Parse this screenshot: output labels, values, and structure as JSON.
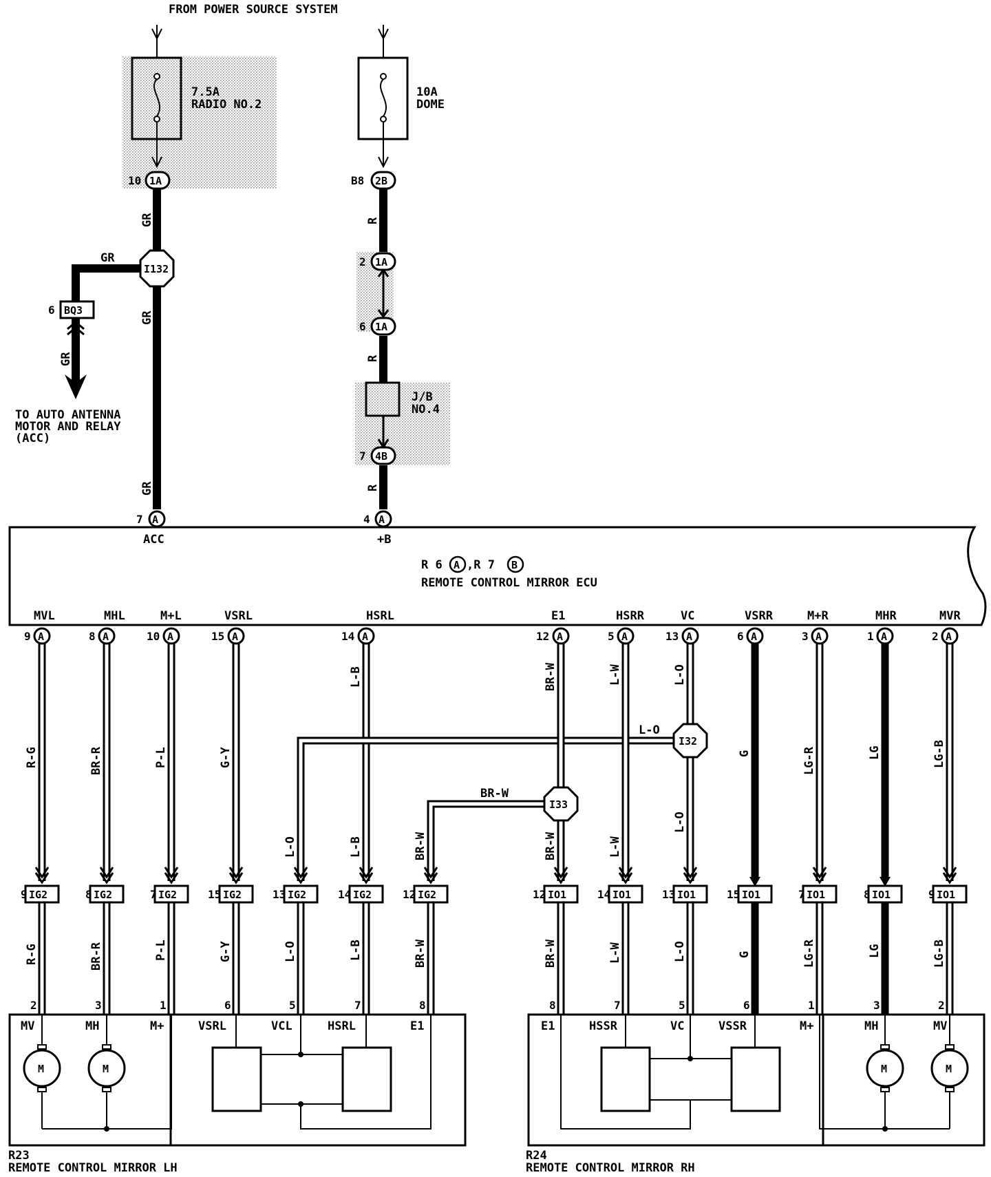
{
  "header": {
    "title": "FROM POWER SOURCE SYSTEM"
  },
  "fuses": [
    {
      "amp": "7.5A",
      "name": "RADIO NO.2"
    },
    {
      "amp": "10A",
      "name": "DOME"
    }
  ],
  "connectors_top": [
    {
      "pin": "10",
      "id": "1A"
    },
    {
      "pin": "B8",
      "id": "2B"
    },
    {
      "pin": "2",
      "id": "1A"
    },
    {
      "pin": "6",
      "id": "1A"
    },
    {
      "pin": "7",
      "id": "4B"
    },
    {
      "pin": "6",
      "id": "BQ3"
    }
  ],
  "junctions": [
    "I132",
    "I32",
    "I33"
  ],
  "jb": {
    "name": "J/B",
    "num": "NO.4"
  },
  "auto_antenna": {
    "line1": "TO AUTO ANTENNA",
    "line2": "MOTOR AND RELAY",
    "line3": "(ACC)"
  },
  "wire_colors": {
    "gr": "GR",
    "r": "R",
    "rg": "R-G",
    "brr": "BR-R",
    "pl": "P-L",
    "gy": "G-Y",
    "lo": "L-O",
    "lb": "L-B",
    "brw": "BR-W",
    "lw": "L-W",
    "g": "G",
    "lgr": "LG-R",
    "lg": "LG",
    "lgb": "LG-B"
  },
  "ecu": {
    "title_prefix": "R 6",
    "conn_a": "A",
    "title_mid": ",R 7",
    "conn_b": "B",
    "name": "REMOTE CONTROL MIRROR ECU",
    "top_pins": [
      {
        "pin": "7",
        "label": "ACC"
      },
      {
        "pin": "4",
        "label": "+B"
      }
    ],
    "bottom_pins": [
      {
        "pin": "9",
        "label": "MVL"
      },
      {
        "pin": "8",
        "label": "MHL"
      },
      {
        "pin": "10",
        "label": "M+L"
      },
      {
        "pin": "15",
        "label": "VSRL"
      },
      {
        "pin": "14",
        "label": "HSRL"
      },
      {
        "pin": "12",
        "label": "E1"
      },
      {
        "pin": "5",
        "label": "HSRR"
      },
      {
        "pin": "13",
        "label": "VC"
      },
      {
        "pin": "6",
        "label": "VSRR"
      },
      {
        "pin": "3",
        "label": "M+R"
      },
      {
        "pin": "1",
        "label": "MHR"
      },
      {
        "pin": "2",
        "label": "MVR"
      }
    ]
  },
  "ig2": {
    "name": "IG2",
    "pins": [
      "9",
      "8",
      "7",
      "15",
      "13",
      "14",
      "12"
    ]
  },
  "io1": {
    "name": "IO1",
    "pins": [
      "12",
      "14",
      "13",
      "15",
      "7",
      "8",
      "9"
    ]
  },
  "mirror_lh": {
    "id": "R23",
    "name": "REMOTE CONTROL MIRROR LH",
    "pins": [
      "2",
      "3",
      "1",
      "6",
      "5",
      "7",
      "8"
    ],
    "terminals": [
      "MV",
      "MH",
      "M+",
      "VSRL",
      "VCL",
      "HSRL",
      "E1"
    ]
  },
  "mirror_rh": {
    "id": "R24",
    "name": "REMOTE CONTROL MIRROR RH",
    "pins": [
      "8",
      "7",
      "5",
      "6",
      "1",
      "3",
      "2"
    ],
    "terminals": [
      "E1",
      "HSSR",
      "VC",
      "VSSR",
      "M+",
      "MH",
      "MV"
    ]
  },
  "motor_symbol": "M"
}
